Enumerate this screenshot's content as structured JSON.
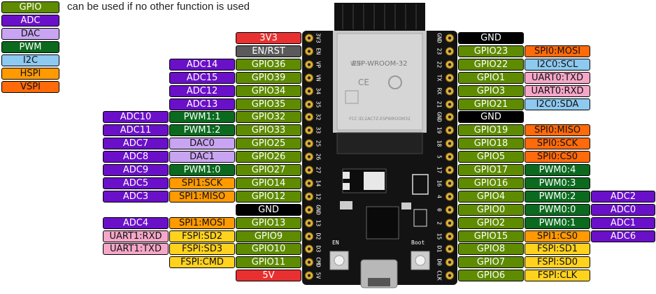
{
  "legend": [
    {
      "text": "GPIO",
      "cls": "gpio"
    },
    {
      "text": "ADC",
      "cls": "adc"
    },
    {
      "text": "DAC",
      "cls": "dac"
    },
    {
      "text": "PWM",
      "cls": "pwm"
    },
    {
      "text": "I2C",
      "cls": "i2c"
    },
    {
      "text": "HSPI",
      "cls": "hspi"
    },
    {
      "text": "VSPI",
      "cls": "vspi"
    }
  ],
  "gpio_note": "can be used if no other function is used",
  "module_text": "ESP-WROOM-32",
  "module_marks": [
    "WiFi",
    "FCC ID:2AC7Z-ESPWROOM32",
    "CE"
  ],
  "board_buttons": {
    "en": "EN",
    "boot": "Boot"
  },
  "left_header": [
    {
      "pin": "3V3",
      "cls": "pwr",
      "silk": "3V3",
      "funcs": []
    },
    {
      "pin": "EN/RST",
      "cls": "en",
      "silk": "EN",
      "funcs": []
    },
    {
      "pin": "GPIO36",
      "cls": "gpio",
      "silk": "VP",
      "funcs": [
        {
          "t": "ADC14",
          "c": "adc"
        }
      ]
    },
    {
      "pin": "GPIO39",
      "cls": "gpio",
      "silk": "VN",
      "funcs": [
        {
          "t": "ADC15",
          "c": "adc"
        }
      ]
    },
    {
      "pin": "GPIO34",
      "cls": "gpio",
      "silk": "34",
      "funcs": [
        {
          "t": "ADC12",
          "c": "adc"
        }
      ]
    },
    {
      "pin": "GPIO35",
      "cls": "gpio",
      "silk": "35",
      "funcs": [
        {
          "t": "ADC13",
          "c": "adc"
        }
      ]
    },
    {
      "pin": "GPIO32",
      "cls": "gpio",
      "silk": "32",
      "funcs": [
        {
          "t": "PWM1:1",
          "c": "pwm"
        },
        {
          "t": "ADC10",
          "c": "adc"
        }
      ]
    },
    {
      "pin": "GPIO33",
      "cls": "gpio",
      "silk": "33",
      "funcs": [
        {
          "t": "PWM1:2",
          "c": "pwm"
        },
        {
          "t": "ADC11",
          "c": "adc"
        }
      ]
    },
    {
      "pin": "GPIO25",
      "cls": "gpio",
      "silk": "25",
      "funcs": [
        {
          "t": "DAC0",
          "c": "dac"
        },
        {
          "t": "ADC7",
          "c": "adc"
        }
      ]
    },
    {
      "pin": "GPIO26",
      "cls": "gpio",
      "silk": "26",
      "funcs": [
        {
          "t": "DAC1",
          "c": "dac"
        },
        {
          "t": "ADC8",
          "c": "adc"
        }
      ]
    },
    {
      "pin": "GPIO27",
      "cls": "gpio",
      "silk": "27",
      "funcs": [
        {
          "t": "PWM1:0",
          "c": "pwm"
        },
        {
          "t": "ADC9",
          "c": "adc"
        }
      ]
    },
    {
      "pin": "GPIO14",
      "cls": "gpio",
      "silk": "14",
      "funcs": [
        {
          "t": "SPI1:SCK",
          "c": "hspi"
        },
        {
          "t": "ADC5",
          "c": "adc"
        }
      ]
    },
    {
      "pin": "GPIO12",
      "cls": "gpio",
      "silk": "12",
      "funcs": [
        {
          "t": "SPI1:MISO",
          "c": "hspi"
        },
        {
          "t": "ADC3",
          "c": "adc"
        }
      ]
    },
    {
      "pin": "GND",
      "cls": "gnd",
      "silk": "GND",
      "funcs": []
    },
    {
      "pin": "GPIO13",
      "cls": "gpio",
      "silk": "13",
      "funcs": [
        {
          "t": "SPI1:MOSI",
          "c": "hspi"
        },
        {
          "t": "ADC4",
          "c": "adc"
        }
      ]
    },
    {
      "pin": "GPIO9",
      "cls": "gpio",
      "silk": "D2",
      "funcs": [
        {
          "t": "FSPI:SD2",
          "c": "fspi"
        },
        {
          "t": "UART1:RXD",
          "c": "uart"
        }
      ]
    },
    {
      "pin": "GPIO10",
      "cls": "gpio",
      "silk": "D3",
      "funcs": [
        {
          "t": "FSPI:SD3",
          "c": "fspi"
        },
        {
          "t": "UART1:TXD",
          "c": "uart"
        }
      ]
    },
    {
      "pin": "GPIO11",
      "cls": "gpio",
      "silk": "CMD",
      "funcs": [
        {
          "t": "FSPI:CMD",
          "c": "fspi"
        }
      ]
    },
    {
      "pin": "5V",
      "cls": "pwr",
      "silk": "5V",
      "funcs": []
    }
  ],
  "right_header": [
    {
      "pin": "GND",
      "cls": "gnd",
      "silk": "GND",
      "funcs": []
    },
    {
      "pin": "GPIO23",
      "cls": "gpio",
      "silk": "23",
      "funcs": [
        {
          "t": "SPI0:MOSI",
          "c": "vspi"
        }
      ]
    },
    {
      "pin": "GPIO22",
      "cls": "gpio",
      "silk": "22",
      "funcs": [
        {
          "t": "I2C0:SCL",
          "c": "i2c"
        }
      ]
    },
    {
      "pin": "GPIO1",
      "cls": "gpio",
      "silk": "TX",
      "funcs": [
        {
          "t": "UART0:TXD",
          "c": "uart"
        }
      ]
    },
    {
      "pin": "GPIO3",
      "cls": "gpio",
      "silk": "RX",
      "funcs": [
        {
          "t": "UART0:RXD",
          "c": "uart"
        }
      ]
    },
    {
      "pin": "GPIO21",
      "cls": "gpio",
      "silk": "21",
      "funcs": [
        {
          "t": "I2C0:SDA",
          "c": "i2c"
        }
      ]
    },
    {
      "pin": "GND",
      "cls": "gnd",
      "silk": "GND",
      "funcs": []
    },
    {
      "pin": "GPIO19",
      "cls": "gpio",
      "silk": "19",
      "funcs": [
        {
          "t": "SPI0:MISO",
          "c": "vspi"
        }
      ]
    },
    {
      "pin": "GPIO18",
      "cls": "gpio",
      "silk": "18",
      "funcs": [
        {
          "t": "SPI0:SCK",
          "c": "vspi"
        }
      ]
    },
    {
      "pin": "GPIO5",
      "cls": "gpio",
      "silk": "5",
      "funcs": [
        {
          "t": "SPI0:CS0",
          "c": "vspi"
        }
      ]
    },
    {
      "pin": "GPIO17",
      "cls": "gpio",
      "silk": "17",
      "funcs": [
        {
          "t": "PWM0:4",
          "c": "pwm"
        }
      ]
    },
    {
      "pin": "GPIO16",
      "cls": "gpio",
      "silk": "16",
      "funcs": [
        {
          "t": "PWM0:3",
          "c": "pwm"
        }
      ]
    },
    {
      "pin": "GPIO4",
      "cls": "gpio",
      "silk": "4",
      "funcs": [
        {
          "t": "PWM0:2",
          "c": "pwm"
        },
        {
          "t": "ADC2",
          "c": "adc"
        }
      ]
    },
    {
      "pin": "GPIO0",
      "cls": "gpio",
      "silk": "0",
      "funcs": [
        {
          "t": "PWM0:0",
          "c": "pwm"
        },
        {
          "t": "ADC0",
          "c": "adc"
        }
      ]
    },
    {
      "pin": "GPIO2",
      "cls": "gpio",
      "silk": "2",
      "funcs": [
        {
          "t": "PWM0:1",
          "c": "pwm"
        },
        {
          "t": "ADC1",
          "c": "adc"
        }
      ]
    },
    {
      "pin": "GPIO15",
      "cls": "gpio",
      "silk": "15",
      "funcs": [
        {
          "t": "SPI1:CS0",
          "c": "hspi"
        },
        {
          "t": "ADC6",
          "c": "adc"
        }
      ]
    },
    {
      "pin": "GPIO8",
      "cls": "gpio",
      "silk": "D1",
      "funcs": [
        {
          "t": "FSPI:SD1",
          "c": "fspi"
        }
      ]
    },
    {
      "pin": "GPIO7",
      "cls": "gpio",
      "silk": "D0",
      "funcs": [
        {
          "t": "FSPI:SD0",
          "c": "fspi"
        }
      ]
    },
    {
      "pin": "GPIO6",
      "cls": "gpio",
      "silk": "CLK",
      "funcs": [
        {
          "t": "FSPI:CLK",
          "c": "fspi"
        }
      ]
    }
  ]
}
